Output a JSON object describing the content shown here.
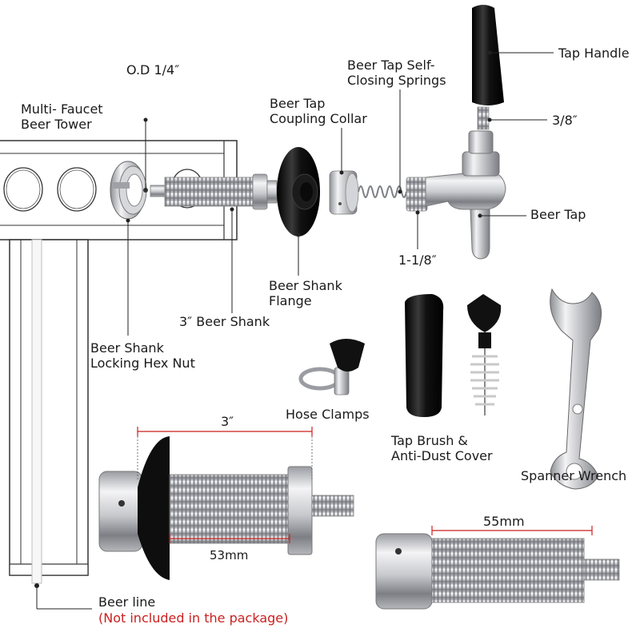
{
  "labels": {
    "tap_handle": "Tap Handle",
    "od": "O.D 1/4″",
    "self_closing_springs_1": "Beer Tap Self-",
    "self_closing_springs_2": "Closing Springs",
    "tower_1": "Multi- Faucet",
    "tower_2": "Beer Tower",
    "coupling_collar_1": "Beer Tap",
    "coupling_collar_2": "Coupling Collar",
    "three_eighths": "3/8″",
    "beer_tap": "Beer Tap",
    "one_one_eighth": "1-1/8″",
    "shank_flange_1": "Beer Shank",
    "shank_flange_2": "Flange",
    "beer_shank": "3″ Beer Shank",
    "hex_nut_1": "Beer Shank",
    "hex_nut_2": "Locking Hex Nut",
    "hose_clamps": "Hose Clamps",
    "tap_brush_1": "Tap Brush &",
    "tap_brush_2": "Anti-Dust Cover",
    "spanner": "Spanner Wrench",
    "dim_3in": "3″",
    "dim_53mm": "53mm",
    "dim_55mm": "55mm",
    "beer_line": "Beer line",
    "beer_line_note": "(Not included in the package)"
  },
  "colors": {
    "steel_light": "#e8e8ea",
    "steel_dark": "#8e9096",
    "black_part": "#111111",
    "accent_red": "#cc1f1f",
    "line": "#222222"
  },
  "icons": [
    "tap-handle-icon",
    "beer-tap-faucet-icon",
    "coupling-collar-icon",
    "spring-icon",
    "shank-flange-icon",
    "beer-shank-icon",
    "hex-nut-icon",
    "beer-tower-icon",
    "hose-clamp-icon",
    "tap-brush-icon",
    "dust-cover-icon",
    "spanner-wrench-icon",
    "shank-assembly-icon",
    "shank-short-icon",
    "beer-line-icon"
  ]
}
